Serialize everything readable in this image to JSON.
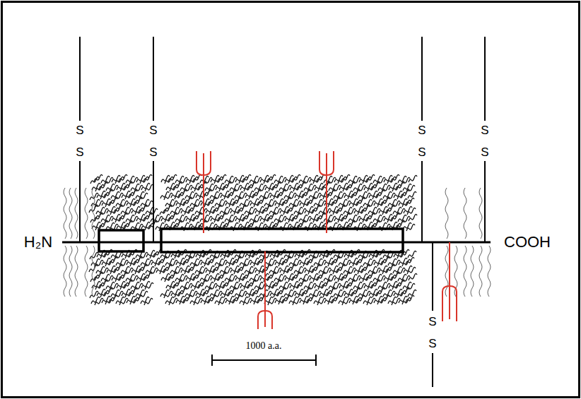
{
  "diagram": {
    "labels": [
      "H₂N",
      "S",
      "S",
      "S",
      "S",
      "S",
      "S",
      "S",
      "S",
      "S",
      "S",
      "COOH",
      "1000 a.a."
    ]
  }
}
